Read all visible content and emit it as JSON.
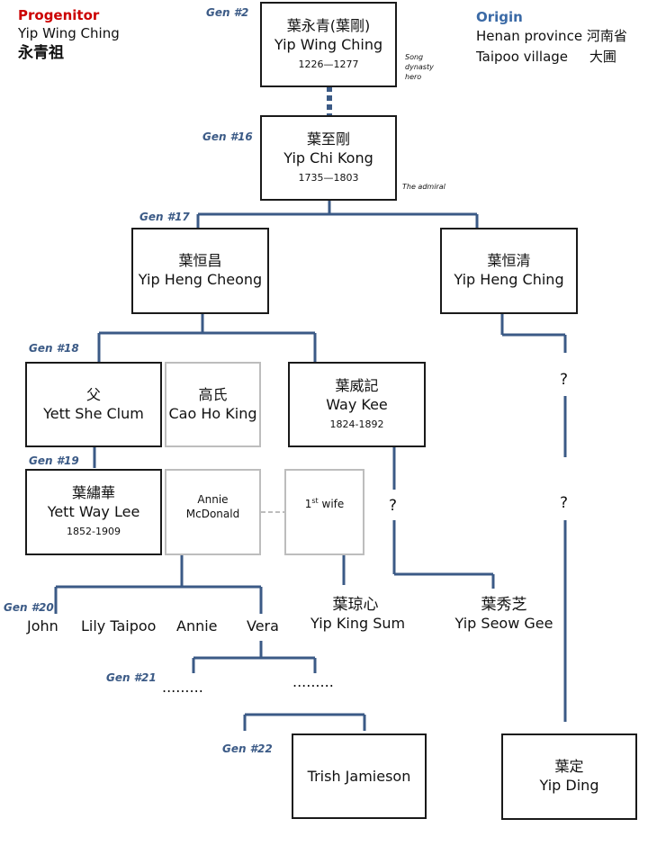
{
  "progenitor": {
    "heading": "Progenitor",
    "name_en": "Yip Wing Ching",
    "name_cn": "永青祖"
  },
  "origin": {
    "heading": "Origin",
    "line1": "Henan province 河南省",
    "line2": "Taipoo village     大圃"
  },
  "generations": {
    "g2": "Gen #2",
    "g16": "Gen #16",
    "g17": "Gen #17",
    "g18": "Gen #18",
    "g19": "Gen #19",
    "g20": "Gen #20",
    "g21": "Gen #21",
    "g22": "Gen #22"
  },
  "notes": {
    "song": "Song dynasty hero",
    "admiral": "The admiral"
  },
  "people": {
    "yip_wing_ching": {
      "cn": "葉永青(葉剛)",
      "en": "Yip Wing Ching",
      "years": "1226—1277"
    },
    "yip_chi_kong": {
      "cn": "葉至剛",
      "en": "Yip Chi Kong",
      "years": "1735—1803"
    },
    "yip_heng_cheong": {
      "cn": "葉恒昌",
      "en": "Yip Heng Cheong"
    },
    "yip_heng_ching": {
      "cn": "葉恒清",
      "en": "Yip Heng Ching"
    },
    "yett_she_clum": {
      "cn": "父",
      "en": "Yett She Clum"
    },
    "cao_ho_king": {
      "cn": "高氏",
      "en": "Cao Ho King"
    },
    "way_kee": {
      "cn": "葉威記",
      "en": "Way Kee",
      "years": "1824-1892"
    },
    "yett_way_lee": {
      "cn": "葉繡華",
      "en": "Yett Way Lee",
      "years": "1852-1909"
    },
    "annie_mcdonald": {
      "line1": "Annie",
      "line2": "McDonald"
    },
    "first_wife": {
      "label": "1st wife",
      "sup": "st",
      "prefix": "1",
      "suffix": " wife"
    },
    "yip_king_sum": {
      "cn": "葉琼心",
      "en": "Yip King Sum"
    },
    "yip_seow_gee": {
      "cn": "葉秀芝",
      "en": "Yip Seow Gee"
    },
    "trish_jamieson": {
      "en": "Trish Jamieson"
    },
    "yip_ding": {
      "cn": "葉定",
      "en": "Yip Ding"
    }
  },
  "gen20_children": [
    "John",
    "Lily Taipoo",
    "Annie",
    "Vera"
  ],
  "unknown_mark": "?",
  "ellipsis": ".........",
  "colors": {
    "line": "#3b5a86",
    "gen_label": "#3b5a86",
    "progenitor": "#cc0000",
    "origin": "#3b6aa6"
  }
}
